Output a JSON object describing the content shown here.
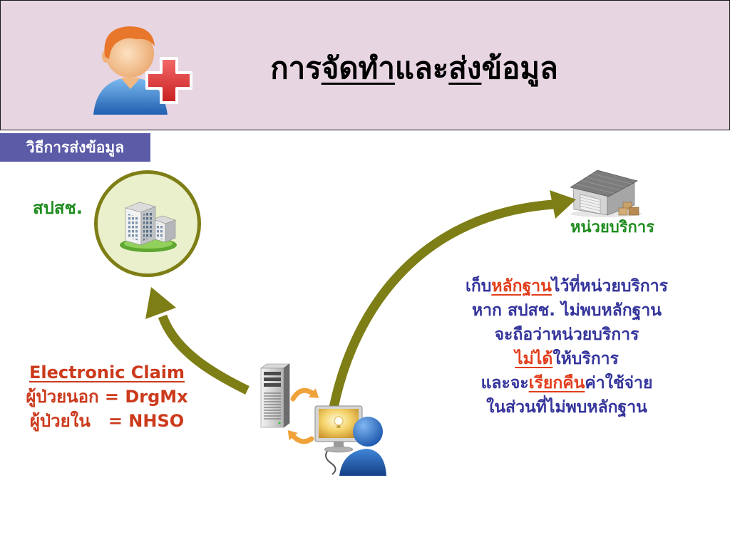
{
  "header": {
    "title": {
      "prefix": "การ",
      "underlined_1": "จัดทำ",
      "middle": "และ",
      "underlined_2": "ส่ง",
      "suffix": "ข้อมูล"
    },
    "icon": "person-medical-cross-icon"
  },
  "section_label": "วิธีการส่งข้อมูล",
  "nhso": {
    "label": "สปสช.",
    "icon": "office-building-icon"
  },
  "service_unit": {
    "label": "หน่วยบริการ",
    "icon": "warehouse-icon"
  },
  "evidence_note": {
    "lines": [
      {
        "before": "เก็บ",
        "highlight": "หลักฐาน",
        "after": "ไว้ที่หน่วยบริการ"
      },
      {
        "text": "หาก สปสช. ไม่พบหลักฐาน"
      },
      {
        "text": "จะถือว่าหน่วยบริการ"
      },
      {
        "highlight": "ไม่ได้",
        "after": "ให้บริการ"
      },
      {
        "before": "และจะ",
        "highlight": "เรียกคืน",
        "after": "ค่าใช้จ่าย"
      },
      {
        "text": "ในส่วนที่ไม่พบหลักฐาน"
      }
    ]
  },
  "claim_info": {
    "title": "Electronic Claim",
    "lines": [
      "ผู้ป่วยนอก = DrgMx",
      "ผู้ป่วยใน   = NHSO"
    ]
  },
  "devices": {
    "server_icon": "server-tower-icon",
    "transfer_icon": "sync-arrows-icon",
    "client_icon": "computer-user-icon"
  },
  "colors": {
    "header_bg": "#E8D5E2",
    "label_bg": "#5B5BA8",
    "arrow": "#7E7E16",
    "green": "#1E8C1E",
    "blue": "#35359C",
    "red": "#E23E1C",
    "claim": "#CC3A1C",
    "circle_fill": "#EAF0CB"
  }
}
